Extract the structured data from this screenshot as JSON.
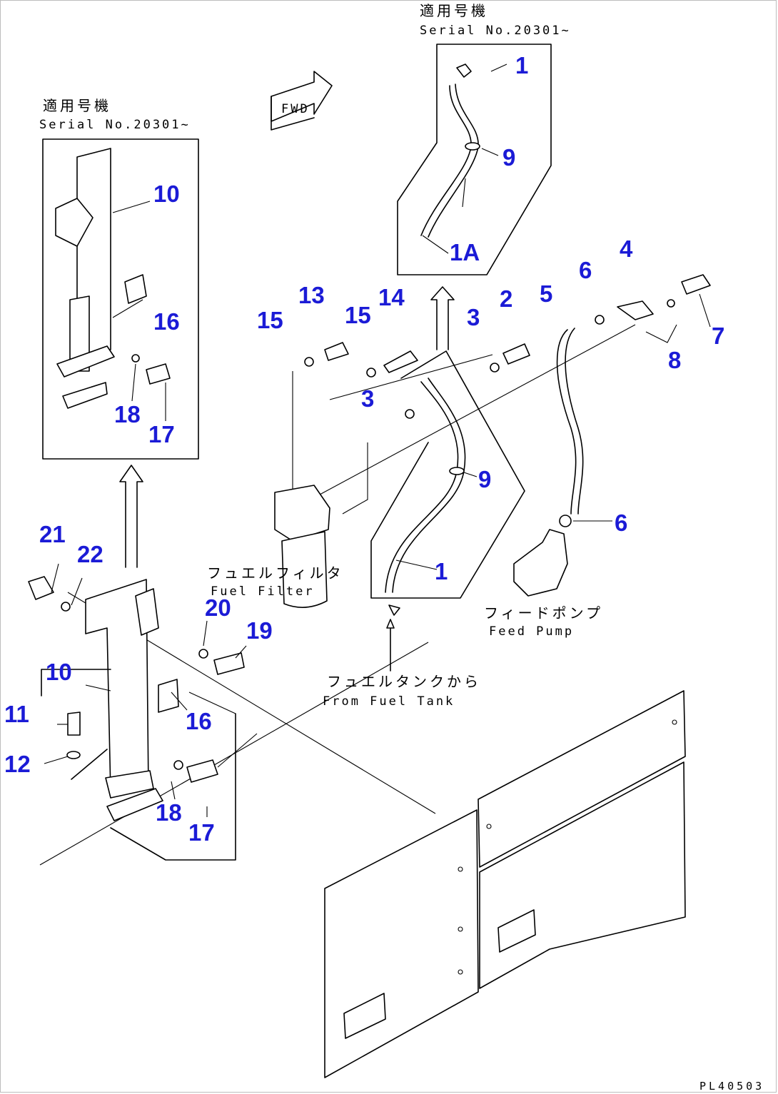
{
  "notes": {
    "top_jp": "適用号機",
    "top_en": "Serial No.20301~",
    "left_jp": "適用号機",
    "left_en": "Serial No.20301~",
    "fwd": "FWD",
    "fuel_filter_jp": "フュエルフィルタ",
    "fuel_filter_en": "Fuel Filter",
    "feed_pump_jp": "フィードポンプ",
    "feed_pump_en": "Feed Pump",
    "from_tank_jp": "フュエルタンクから",
    "from_tank_en": "From Fuel Tank"
  },
  "figure_number": "PL40503",
  "callouts": {
    "c1_top": "1",
    "c9_top": "9",
    "c1a": "1A",
    "c10_left": "10",
    "c16_left": "16",
    "c18_left": "18",
    "c17_left": "17",
    "c15a": "15",
    "c13": "13",
    "c15b": "15",
    "c14": "14",
    "c3a": "3",
    "c2": "2",
    "c5": "5",
    "c6a": "6",
    "c4": "4",
    "c7": "7",
    "c8": "8",
    "c3b": "3",
    "c9_mid": "9",
    "c6b": "6",
    "c1_mid": "1",
    "c21": "21",
    "c22": "22",
    "c20": "20",
    "c19": "19",
    "c10_main": "10",
    "c11": "11",
    "c12": "12",
    "c16_main": "16",
    "c18_main": "18",
    "c17_main": "17"
  },
  "colors": {
    "callout": "#1b1bd6",
    "line": "#000000"
  }
}
